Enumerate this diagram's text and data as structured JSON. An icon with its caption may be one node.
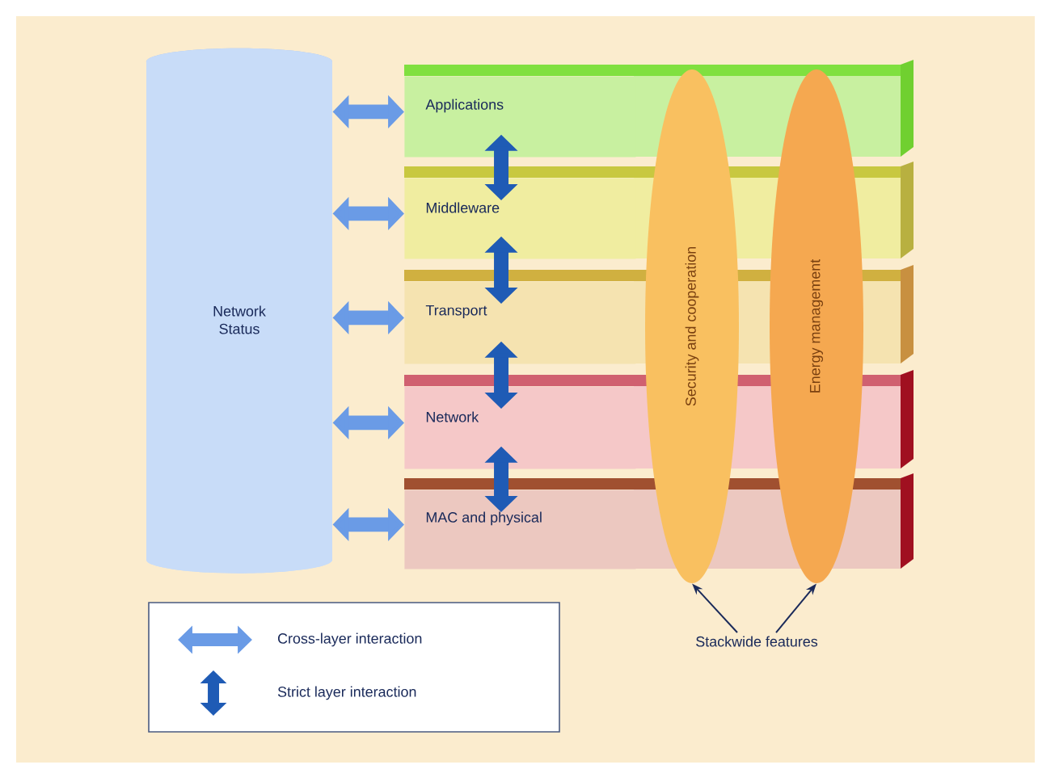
{
  "diagram": {
    "nodes": [
      {
        "text": [
          "Network Status"
        ]
      },
      {
        "text": [
          "Applications"
        ]
      },
      {
        "text": [
          "Middleware"
        ]
      },
      {
        "text": [
          "Transport"
        ]
      },
      {
        "text": [
          "Network"
        ]
      },
      {
        "text": [
          "MAC and physical"
        ]
      },
      {
        "text": [
          "Security and cooperation"
        ]
      },
      {
        "text": [
          "Energy management"
        ]
      },
      {
        "text": [
          "Stackwide features"
        ]
      }
    ],
    "edges": [
      {
        "from": 0,
        "to": 1,
        "arrow": "both"
      },
      {
        "from": 0,
        "to": 2,
        "arrow": "both"
      },
      {
        "from": 0,
        "to": 3,
        "arrow": "both"
      },
      {
        "from": 0,
        "to": 4,
        "arrow": "both"
      },
      {
        "from": 0,
        "to": 5,
        "arrow": "both"
      },
      {
        "from": 1,
        "to": 2,
        "arrow": "both",
        "color": "#1f5bb5"
      },
      {
        "from": 2,
        "to": 3,
        "arrow": "both",
        "color": "#1f5bb5"
      },
      {
        "from": 3,
        "to": 4,
        "arrow": "both",
        "color": "#1f5bb5"
      },
      {
        "from": 4,
        "to": 5,
        "arrow": "both",
        "color": "#1f5bb5"
      },
      {
        "from": 8,
        "to": 6,
        "arrow": "to",
        "color": "#1a2a5a"
      },
      {
        "from": 8,
        "to": 7,
        "arrow": "to",
        "color": "#1a2a5a"
      }
    ],
    "legend": [
      {
        "text": "Cross-layer interaction"
      },
      {
        "text": "Strict layer interaction"
      }
    ]
  }
}
